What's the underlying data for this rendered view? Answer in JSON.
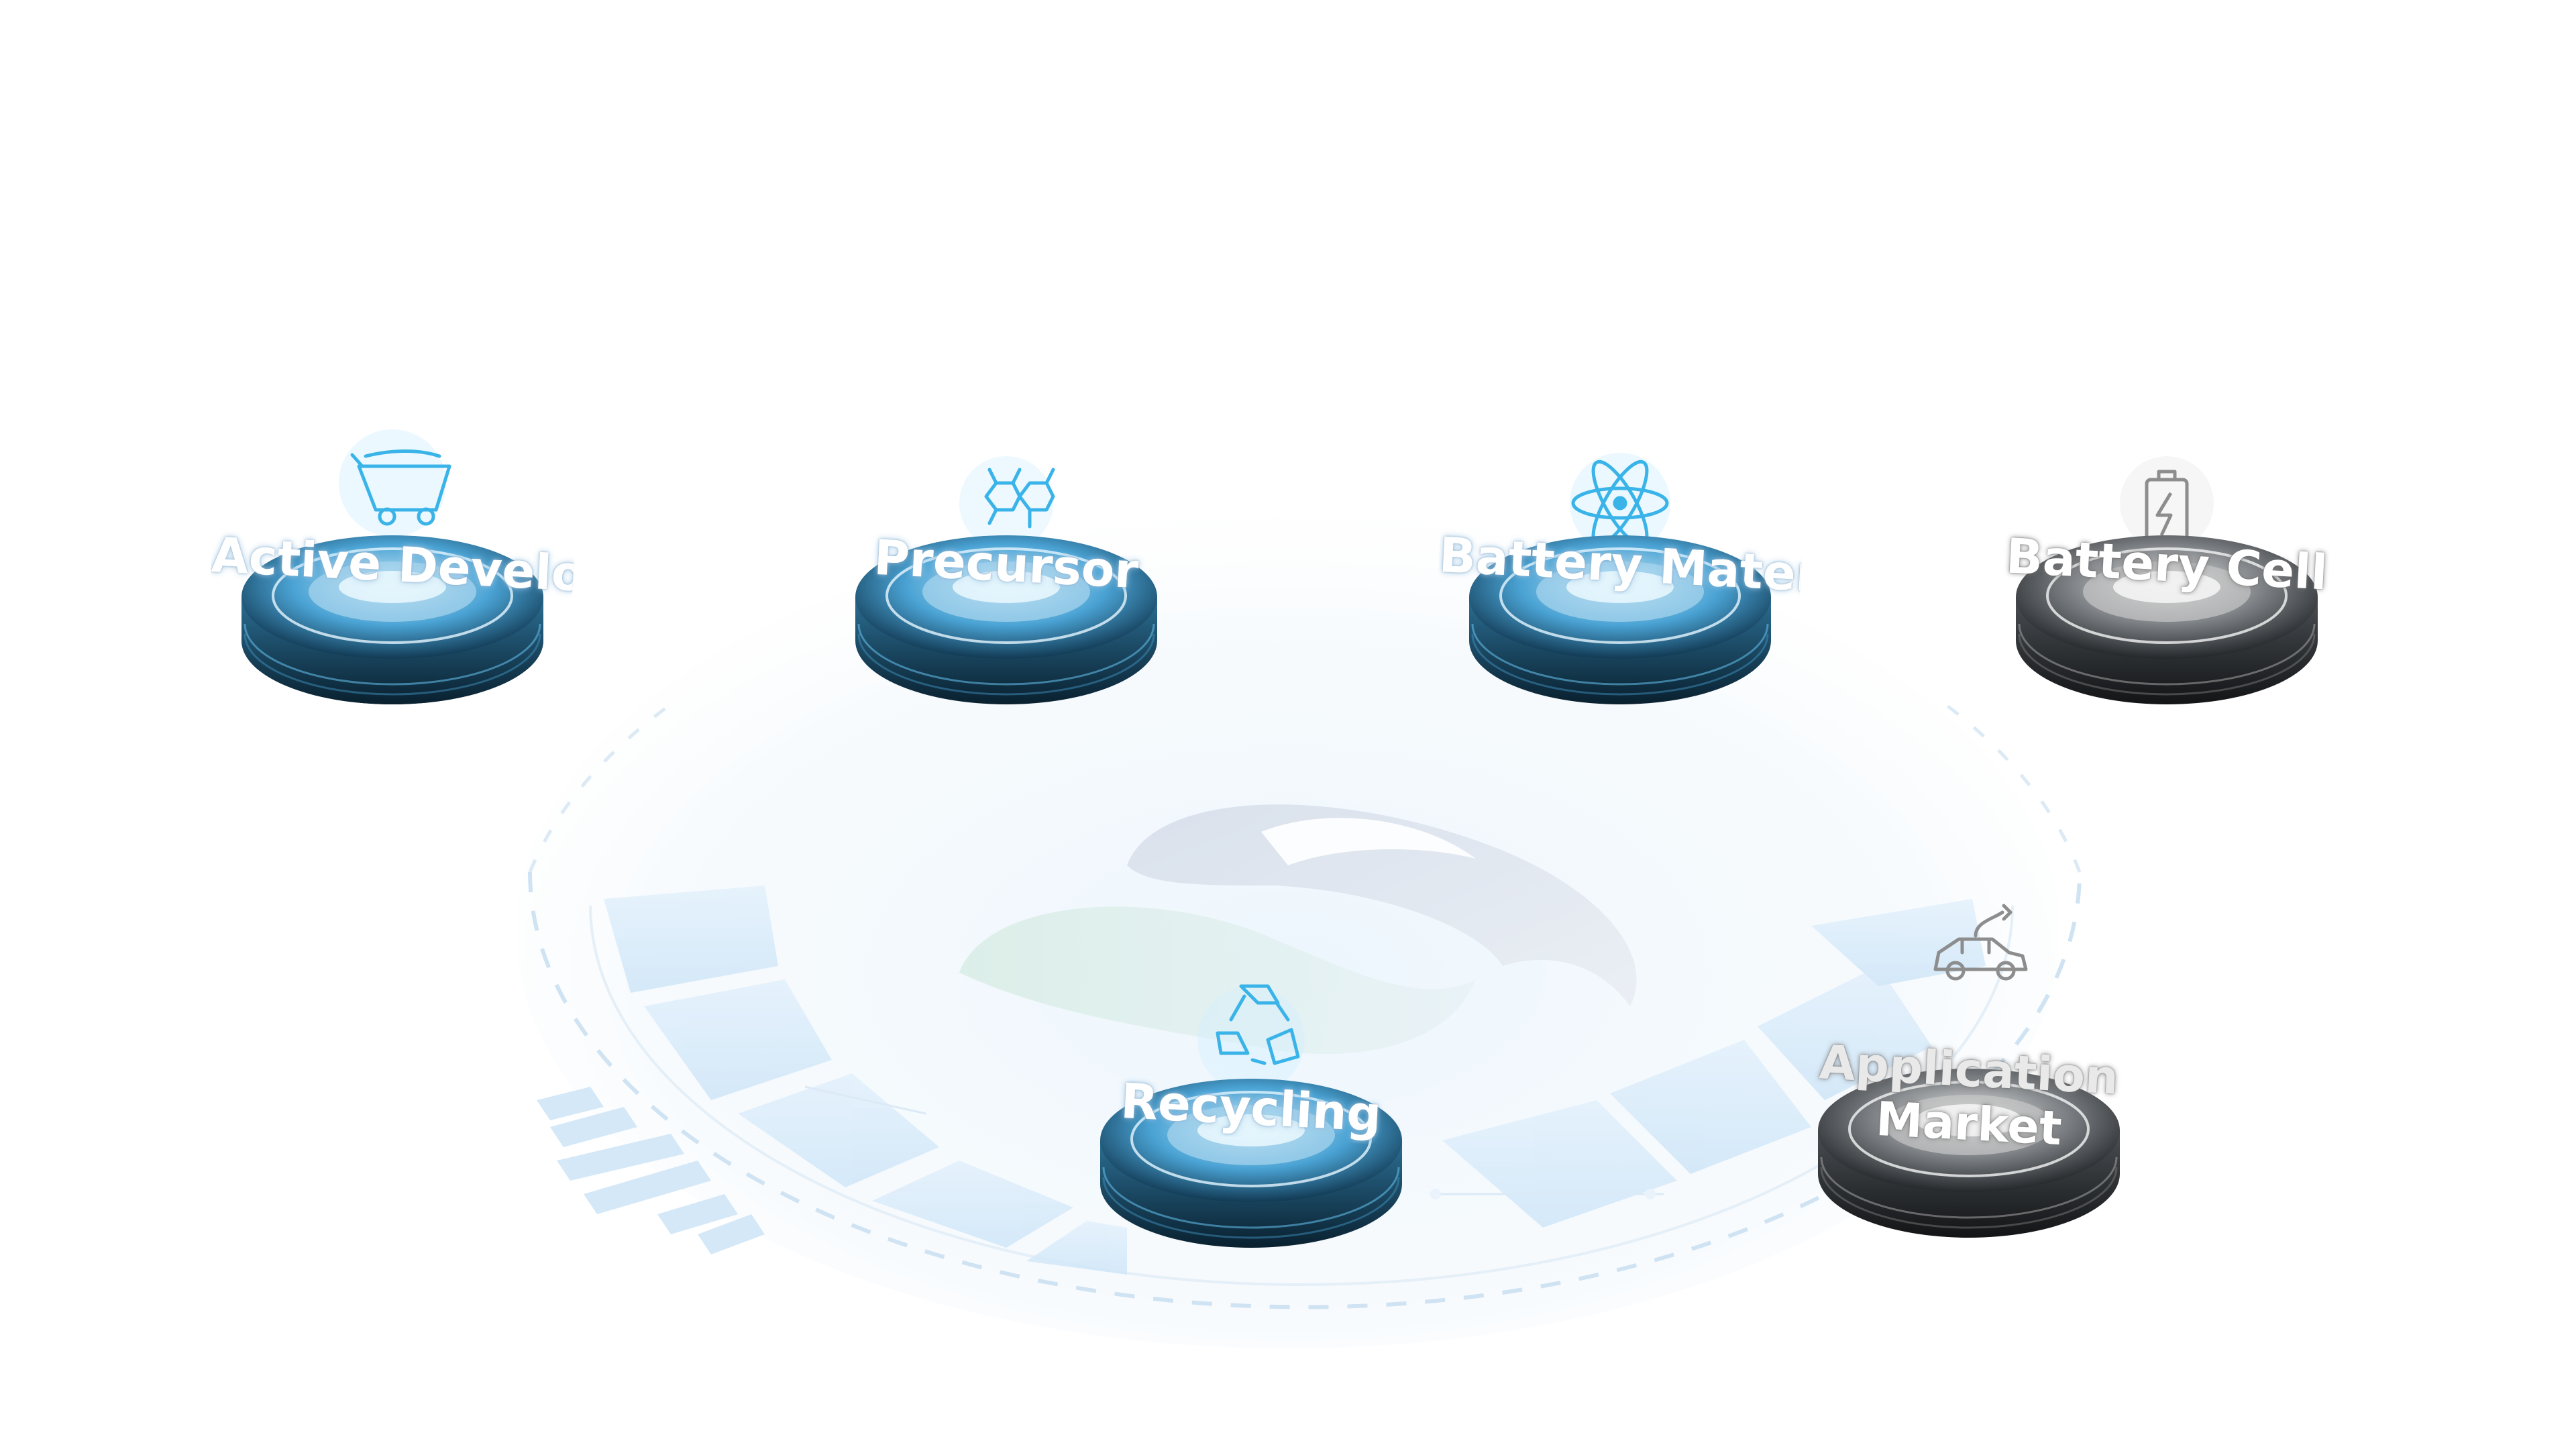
{
  "colors": {
    "accent": "#3aa7dc",
    "accent_dark": "#0f2e44",
    "inactive_dark": "#1c2024",
    "platform_tile": "#d8ecfb",
    "logo_gray": "#dfe5ee",
    "logo_green": "#d9eee6"
  },
  "nodes": [
    {
      "id": "active-development",
      "label": "Active Development",
      "icon": "mining-cart-icon",
      "state": "active"
    },
    {
      "id": "precursor",
      "label": "Precursor",
      "icon": "molecule-icon",
      "state": "active"
    },
    {
      "id": "battery-material",
      "label": "Battery Material",
      "icon": "atom-icon",
      "state": "active"
    },
    {
      "id": "battery-cell",
      "label": "Battery Cell",
      "icon": "battery-bolt-icon",
      "state": "inactive"
    },
    {
      "id": "recycling",
      "label": "Recycling",
      "icon": "recycle-icon",
      "state": "active"
    },
    {
      "id": "application-market",
      "label_line1": "Application",
      "label_line2": "Market",
      "icon": "electric-car-icon",
      "state": "inactive"
    }
  ]
}
